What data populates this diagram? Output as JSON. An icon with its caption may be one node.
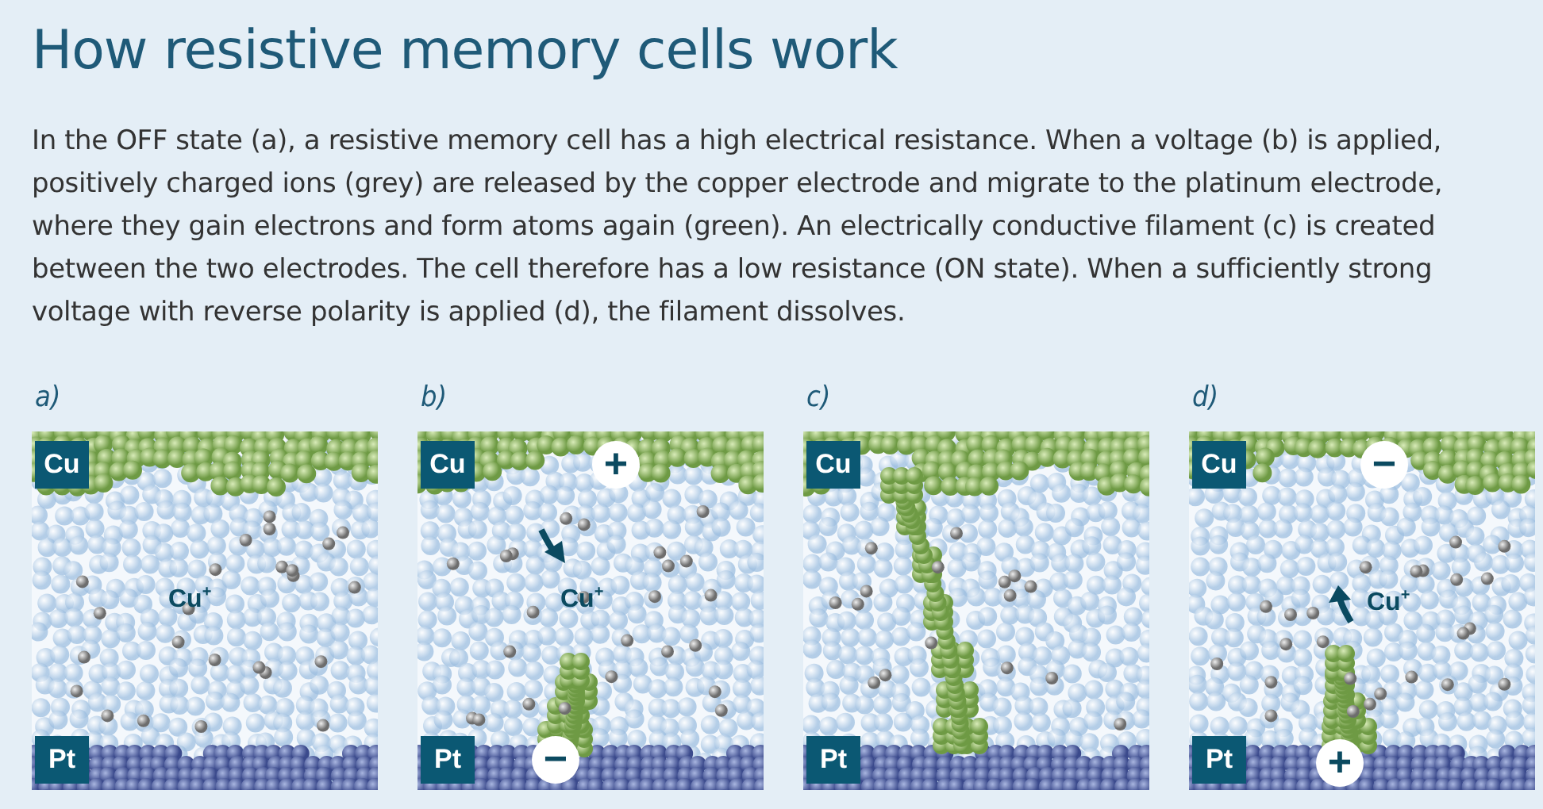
{
  "diagram": {
    "title": "How resistive memory cells work",
    "labels": [
      "In the OFF state (a), a resistive memory cell has a high electrical resistance. When a voltage (b) is applied, positively charged ions (grey) are released by the copper electrode and migrate to the platinum electrode, where they gain electrons and form atoms again (green). An electrically conductive filament (c) is created between the two electrodes. The cell therefore has a low resistance (ON state). When a sufficiently strong voltage with reverse polarity is applied (d), the filament dissolves.",
      "a)",
      "b)",
      "c)",
      "d)",
      "Cu",
      "Cu$^{+}$",
      "Pt",
      "Cu",
      "+",
      "Cu$^{+}$",
      "Pt",
      "−",
      "Cu",
      "Pt",
      "Cu",
      "−",
      "Cu$^{+}$",
      "Pt",
      "+"
    ]
  }
}
